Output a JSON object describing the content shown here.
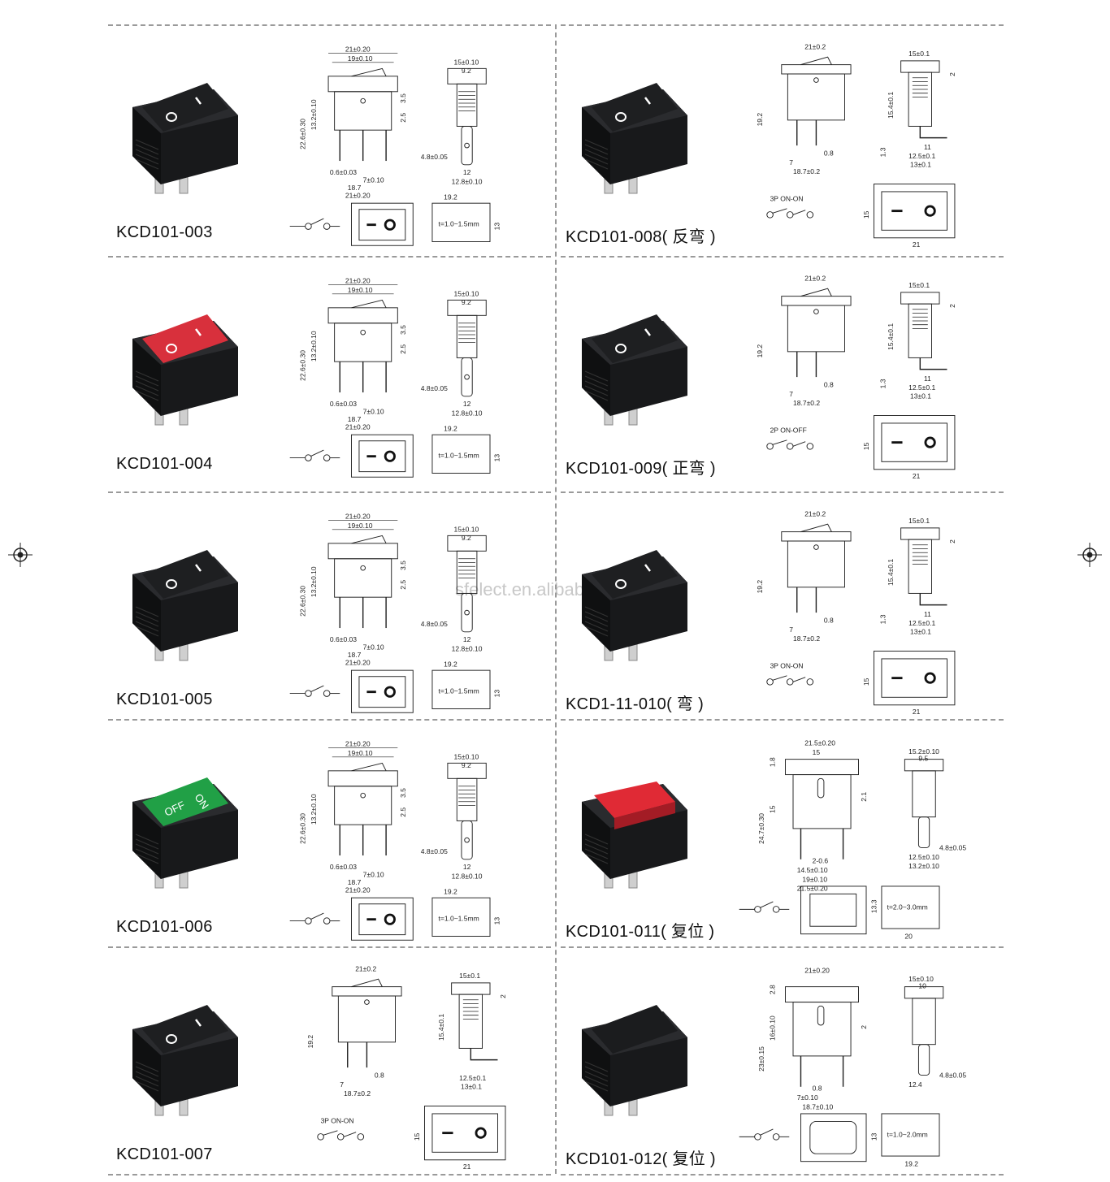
{
  "watermark": "sfelect.en.alibaba.com",
  "products": [
    {
      "model": "KCD101-003",
      "cap": "black",
      "marks": "I O",
      "dims": {
        "w_outer": "21±0.20",
        "w_inner": "19±0.10",
        "h_total": "22.6±0.30",
        "h_body": "13.2±0.10",
        "a": "3.5",
        "b": "2.5",
        "pin": "0.6±0.03",
        "pitch": "7±0.10",
        "base": "18.7",
        "base2": "21±0.20",
        "side_w": "15±0.10",
        "side_i": "9.2",
        "side_pin": "4.8±0.05",
        "side_a": "12",
        "side_b": "12.8±0.10"
      },
      "panel": {
        "w": "19.2",
        "h": "13",
        "t": "t=1.0~1.5mm"
      },
      "variant": "standard"
    },
    {
      "model": "KCD101-008( 反弯 )",
      "cap": "black",
      "marks": "O I",
      "dims": {
        "w_outer": "21±0.2",
        "h_total": "19.2",
        "pin_gap": "0.8",
        "pitch": "7",
        "base": "18.7±0.2",
        "side_w": "15±0.1",
        "side_h": "15.4±0.1",
        "side_a": "2",
        "side_c": "1.3",
        "side_d": "11",
        "side_e": "12.5±0.1",
        "side_f": "13±0.1"
      },
      "circuit": "3P  ON-ON",
      "panel": {
        "w": "21",
        "h": "15"
      },
      "variant": "bent"
    },
    {
      "model": "KCD101-004",
      "cap": "red",
      "marks": "I O",
      "dims": {
        "w_outer": "21±0.20",
        "w_inner": "19±0.10",
        "h_total": "22.6±0.30",
        "h_body": "13.2±0.10",
        "a": "3.5",
        "b": "2.5",
        "pin": "0.6±0.03",
        "pitch": "7±0.10",
        "base": "18.7",
        "base2": "21±0.20",
        "side_w": "15±0.10",
        "side_i": "9.2",
        "side_pin": "4.8±0.05",
        "side_a": "12",
        "side_b": "12.8±0.10"
      },
      "panel": {
        "w": "19.2",
        "h": "13",
        "t": "t=1.0~1.5mm"
      },
      "variant": "standard"
    },
    {
      "model": "KCD101-009( 正弯 )",
      "cap": "black",
      "marks": "O I",
      "dims": {
        "w_outer": "21±0.2",
        "h_total": "19.2",
        "pin_gap": "0.8",
        "pitch": "7",
        "base": "18.7±0.2",
        "side_w": "15±0.1",
        "side_h": "15.4±0.1",
        "side_a": "2",
        "side_c": "1.3",
        "side_d": "11",
        "side_e": "12.5±0.1",
        "side_f": "13±0.1"
      },
      "circuit": "2P  ON-OFF",
      "panel": {
        "w": "21",
        "h": "15"
      },
      "variant": "bent"
    },
    {
      "model": "KCD101-005",
      "cap": "black",
      "marks": "O I",
      "dims": {
        "w_outer": "21±0.20",
        "w_inner": "19±0.10",
        "h_total": "22.6±0.30",
        "h_body": "13.2±0.10",
        "a": "3.5",
        "b": "2.5",
        "pin": "0.6±0.03",
        "pitch": "7±0.10",
        "base": "18.7",
        "base2": "21±0.20",
        "side_w": "15±0.10",
        "side_i": "9.2",
        "side_pin": "4.8±0.05",
        "side_a": "12",
        "side_b": "12.8±0.10"
      },
      "panel": {
        "w": "19.2",
        "h": "13",
        "t": "t=1.0~1.5mm"
      },
      "variant": "standard"
    },
    {
      "model": "KCD1-11-010( 弯 )",
      "cap": "black",
      "marks": "O I",
      "dims": {
        "w_outer": "21±0.2",
        "h_total": "19.2",
        "pin_gap": "0.8",
        "pitch": "7",
        "base": "18.7±0.2",
        "side_w": "15±0.1",
        "side_h": "15.4±0.1",
        "side_a": "2",
        "side_c": "1.3",
        "side_d": "11",
        "side_e": "12.5±0.1",
        "side_f": "13±0.1"
      },
      "circuit": "3P  ON-ON",
      "panel": {
        "w": "21",
        "h": "15"
      },
      "variant": "bent"
    },
    {
      "model": "KCD101-006",
      "cap": "green",
      "marks": "ON OFF",
      "dims": {
        "w_outer": "21±0.20",
        "w_inner": "19±0.10",
        "h_total": "22.6±0.30",
        "h_body": "13.2±0.10",
        "a": "3.5",
        "b": "2.5",
        "pin": "0.6±0.03",
        "pitch": "7±0.10",
        "base": "18.7",
        "base2": "21±0.20",
        "side_w": "15±0.10",
        "side_i": "9.2",
        "side_pin": "4.8±0.05",
        "side_a": "12",
        "side_b": "12.8±0.10"
      },
      "panel": {
        "w": "19.2",
        "h": "13",
        "t": "t=1.0~1.5mm"
      },
      "variant": "standard"
    },
    {
      "model": "KCD101-011( 复位 )",
      "cap": "red-push",
      "marks": "",
      "dims": {
        "w_outer": "21.5±0.20",
        "w_inner": "15",
        "h_total": "24.7±0.30",
        "h_body": "15",
        "a": "1.8",
        "b": "2.1",
        "pin": "2-0.6",
        "pitch": "14.5±0.10",
        "base": "19±0.10",
        "base2": "21.5±0.20",
        "side_w": "15.2±0.10",
        "side_i": "9.5",
        "side_pin": "4.8±0.05",
        "side_a": "12.5±0.10",
        "side_b": "13.2±0.10"
      },
      "panel": {
        "w": "20",
        "h": "13.3",
        "t": "t=2.0~3.0mm"
      },
      "variant": "push"
    },
    {
      "model": "KCD101-007",
      "cap": "black",
      "marks": "O I",
      "dims": {
        "w_outer": "21±0.2",
        "h_total": "19.2",
        "pin_gap": "0.8",
        "pitch": "7",
        "base": "18.7±0.2",
        "side_w": "15±0.1",
        "side_h": "15.4±0.1",
        "side_a": "2",
        "side_c": "",
        "side_d": "",
        "side_e": "12.5±0.1",
        "side_f": "13±0.1"
      },
      "circuit": "3P  ON-ON",
      "panel": {
        "w": "21",
        "h": "15"
      },
      "variant": "bent"
    },
    {
      "model": "KCD101-012( 复位 )",
      "cap": "black-plain",
      "marks": "",
      "dims": {
        "w_outer": "21±0.20",
        "w_inner": "",
        "h_total": "23±0.15",
        "h_body": "16±0.10",
        "a": "2.8",
        "b": "2",
        "pin": "0.8",
        "pitch": "7±0.10",
        "base": "18.7±0.10",
        "base2": "",
        "side_w": "15±0.10",
        "side_i": "10",
        "side_pin": "4.8±0.05",
        "side_a": "12.4",
        "side_b": ""
      },
      "panel": {
        "w": "19.2",
        "h": "13",
        "t": "t=1.0~2.0mm"
      },
      "variant": "push-rocker"
    }
  ]
}
